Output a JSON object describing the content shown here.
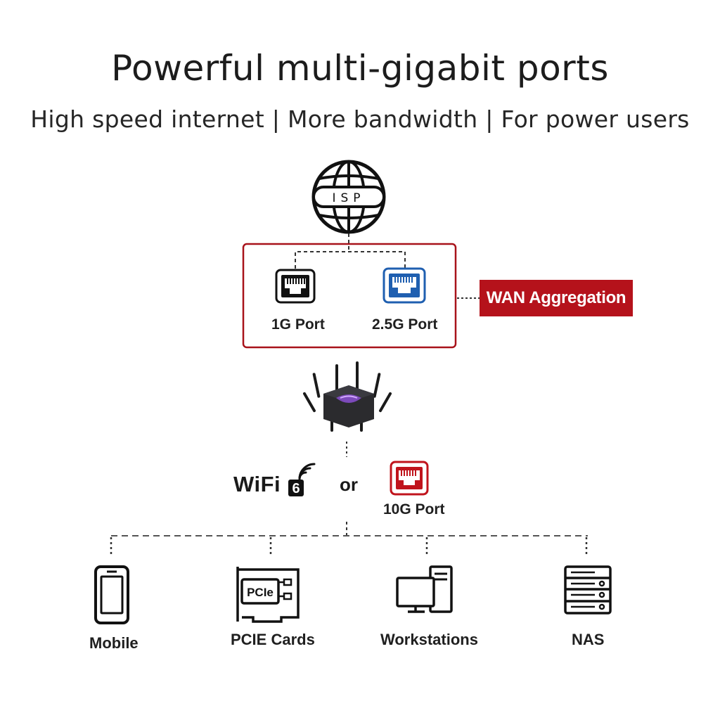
{
  "header": {
    "title": "Powerful multi-gigabit ports",
    "subtitle": "High speed internet | More bandwidth | For power users"
  },
  "isp": {
    "label": "ISP",
    "icon": "globe-icon"
  },
  "ports": [
    {
      "label": "1G Port",
      "icon": "ethernet-port-black-icon",
      "color": "#111111"
    },
    {
      "label": "2.5G Port",
      "icon": "ethernet-port-blue-icon",
      "color": "#1f5fb0"
    }
  ],
  "wan_aggregation": {
    "label": "WAN Aggregation",
    "color": "#b5121b"
  },
  "router": {
    "icon": "router-icon"
  },
  "connection": {
    "wifi": {
      "label": "WiFi",
      "badge": "6",
      "icon": "wifi-signal-icon"
    },
    "or_label": "or",
    "tenG": {
      "label": "10G Port",
      "icon": "ethernet-port-red-icon",
      "color": "#c0141c"
    }
  },
  "devices": [
    {
      "label": "Mobile",
      "icon": "mobile-phone-icon"
    },
    {
      "label": "PCIE Cards",
      "icon": "pcie-card-icon",
      "card_text": "PCIe"
    },
    {
      "label": "Workstations",
      "icon": "workstation-icon"
    },
    {
      "label": "NAS",
      "icon": "nas-server-icon"
    }
  ],
  "accent_color": "#b5121b"
}
